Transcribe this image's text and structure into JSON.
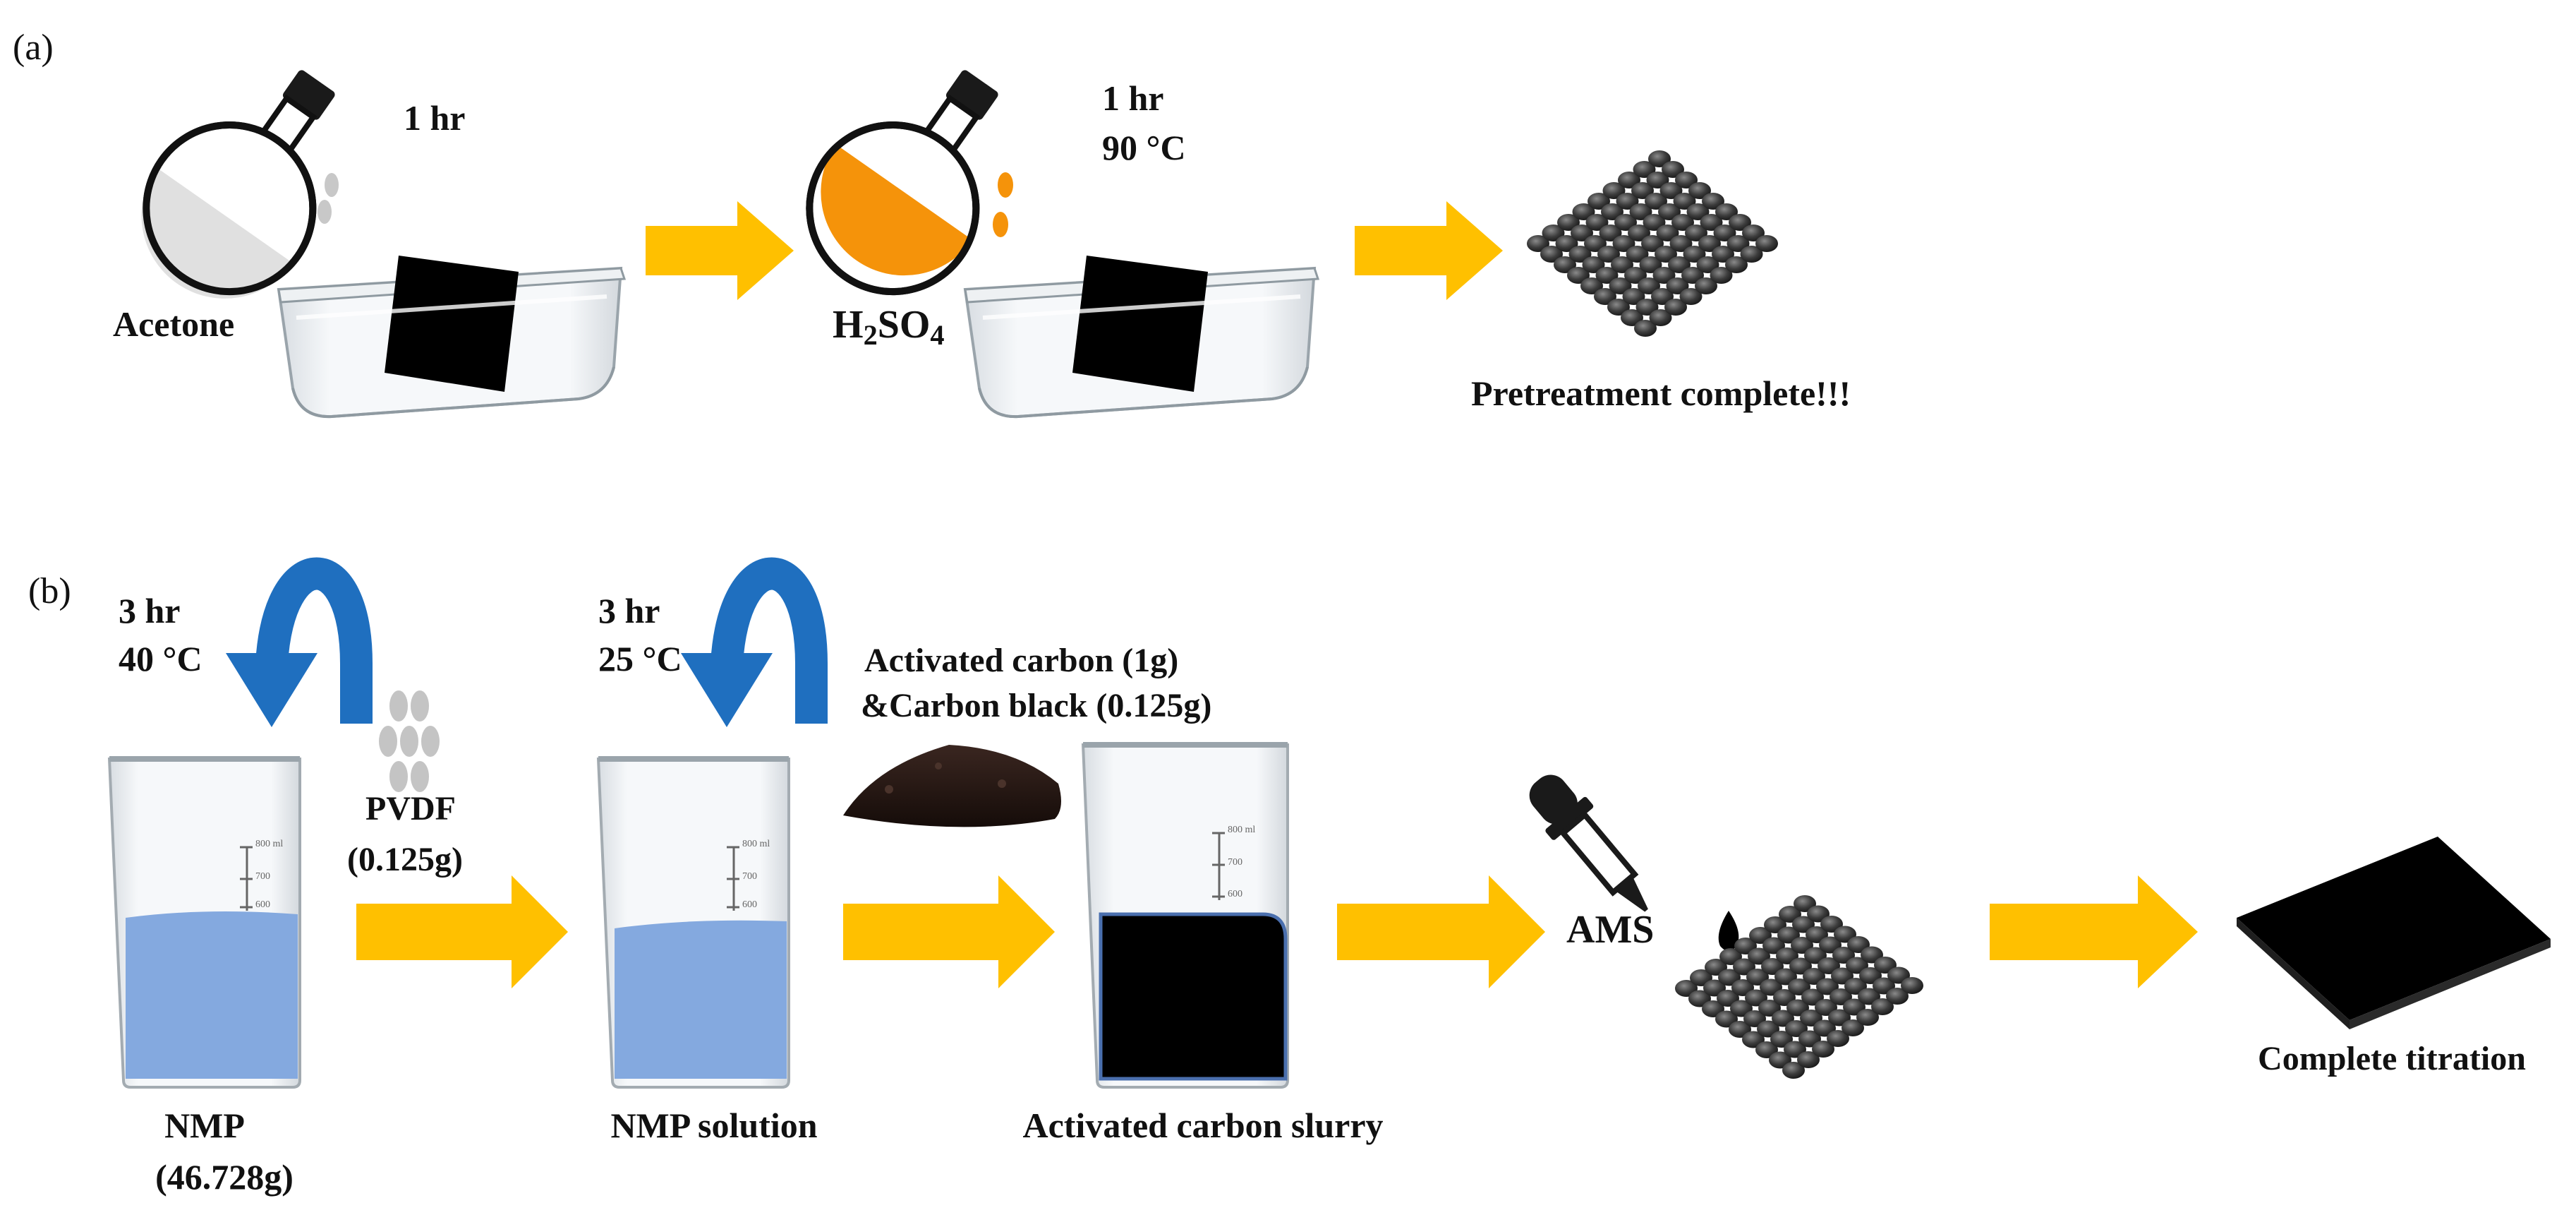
{
  "panel_a": {
    "label": "(a)",
    "step1": {
      "time": "1 hr",
      "reagent": "Acetone"
    },
    "step2": {
      "time": "1 hr",
      "temperature": "90  °C",
      "reagent_main": "H",
      "reagent_sub1": "2",
      "reagent_mid": "SO",
      "reagent_sub2": "4"
    },
    "result": "Pretreatment complete!!!"
  },
  "panel_b": {
    "label": "(b)",
    "step1": {
      "time": "3 hr",
      "temperature": "40  °C",
      "beaker_label": "NMP",
      "beaker_amount": "(46.728g)"
    },
    "additive1": {
      "name": "PVDF",
      "amount": "(0.125g)"
    },
    "step2": {
      "time": "3 hr",
      "temperature": "25  °C",
      "beaker_label": "NMP solution"
    },
    "additive2": {
      "line1": "Activated carbon (1g)",
      "line2": "&Carbon black (0.125g)"
    },
    "step3": {
      "beaker_label": "Activated carbon slurry"
    },
    "step4": {
      "reagent": "AMS"
    },
    "result": "Complete titration",
    "beaker_ticks": [
      "800 ml",
      "700",
      "600"
    ]
  },
  "colors": {
    "arrow": "#FFC000",
    "acetone_fill": "#E0E0E0",
    "acid_fill": "#F5930A",
    "water_fill": "#84A9DF",
    "stir_arrow": "#1F6FBF",
    "mesh": "#3A3A3A",
    "slurry": "#000000"
  }
}
